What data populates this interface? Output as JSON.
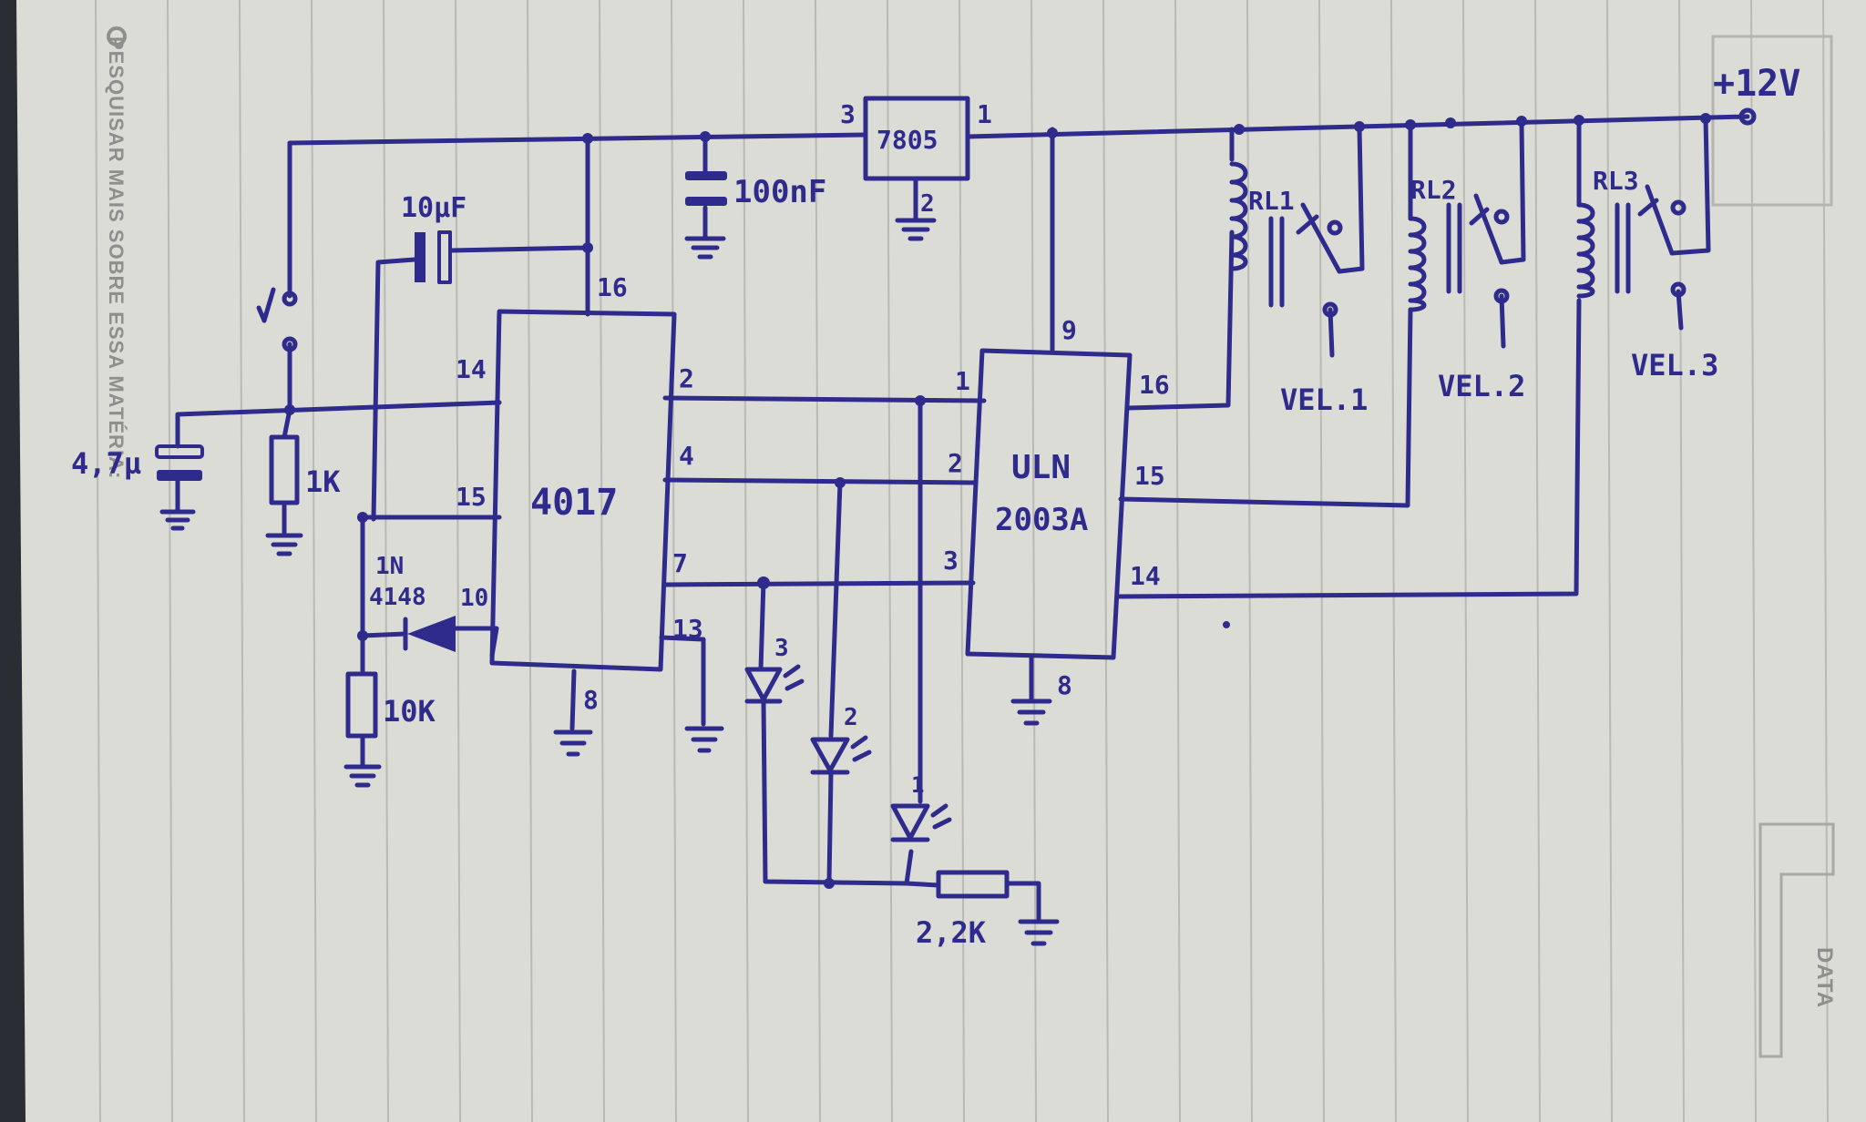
{
  "colors": {
    "paper": "#dcdcd6",
    "rule": "#b9b9b5",
    "ink": "#2f2b8c",
    "print": "#8e8e8c"
  },
  "printed": {
    "side_note": "PESQUISAR MAIS SOBRE ESSA MATÉRIA:",
    "data": "DATA"
  },
  "labels": {
    "supply": "+12V",
    "regulator": "7805",
    "reg_in_pin": "3",
    "reg_out_pin": "1",
    "reg_gnd_pin": "2",
    "cap_100n": "100nF",
    "cap_10u": "10µF",
    "cap_4u7": "4,7µ",
    "res_1k": "1K",
    "res_10k": "10K",
    "res_2k2": "2,2K",
    "diode": "1N",
    "diode2": "4148",
    "ic1": "4017",
    "ic2_line1": "ULN",
    "ic2_line2": "2003A",
    "relay1": "RL1",
    "relay2": "RL2",
    "relay3": "RL3",
    "vel1": "VEL.1",
    "vel2": "VEL.2",
    "vel3": "VEL.3",
    "led1": "1",
    "led2": "2",
    "led3": "3",
    "pin_14": "14",
    "pin_15": "15",
    "pin_16": "16",
    "pin_2": "2",
    "pin_4": "4",
    "pin_7": "7",
    "pin_10": "10",
    "pin_13": "13",
    "pin_8": "8",
    "uln_pin_1": "1",
    "uln_pin_2": "2",
    "uln_pin_3": "3",
    "uln_pin_9": "9",
    "uln_pin_16": "16",
    "uln_pin_15": "15",
    "uln_pin_14": "14",
    "uln_pin_8": "8"
  }
}
